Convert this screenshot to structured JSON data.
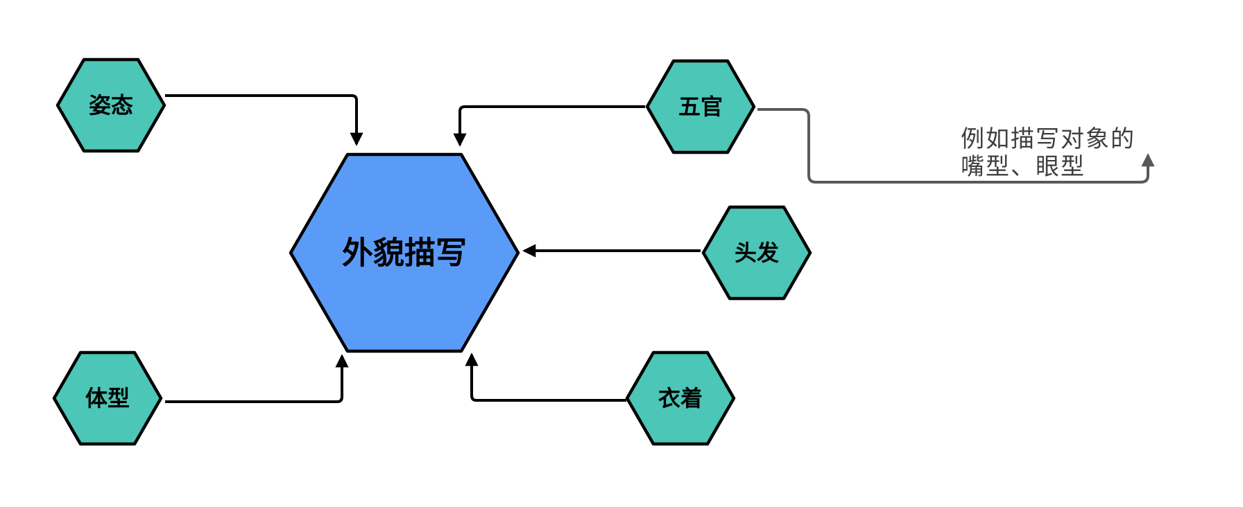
{
  "diagram": {
    "center_node": {
      "label": "外貌描写"
    },
    "nodes": [
      {
        "id": "posture",
        "label": "姿态"
      },
      {
        "id": "facial-features",
        "label": "五官"
      },
      {
        "id": "hair",
        "label": "头发"
      },
      {
        "id": "body-type",
        "label": "体型"
      },
      {
        "id": "clothing",
        "label": "衣着"
      }
    ],
    "annotation": {
      "line1": "例如描写对象的",
      "line2": "嘴型、眼型"
    },
    "colors": {
      "center_fill": "#5B9BF8",
      "node_fill": "#4CC6B6",
      "outline": "#000000",
      "connector": "#000000",
      "annotation_line": "#595959",
      "annotation_text": "#3F3F3F",
      "background": "#FFFFFF"
    }
  }
}
